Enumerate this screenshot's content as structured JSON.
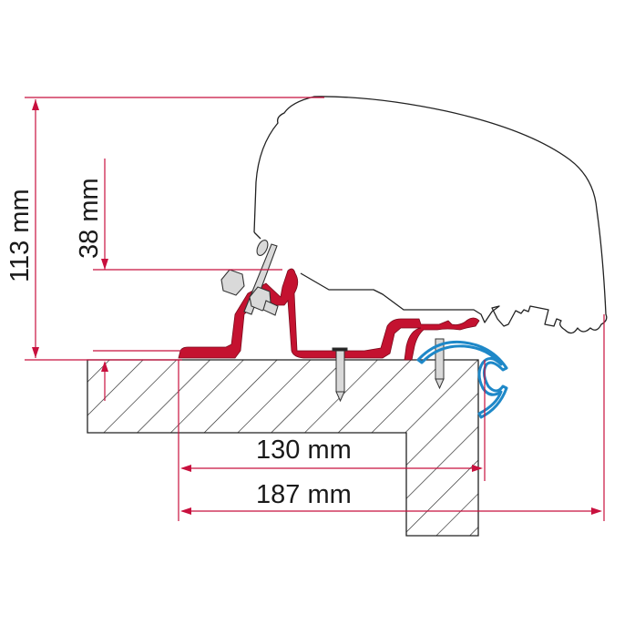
{
  "diagram": {
    "type": "technical-dimension-drawing",
    "subject": "Awning mounting adapter profile on roof edge",
    "dimensions": {
      "total_height": {
        "label": "113 mm",
        "value": 113,
        "unit": "mm"
      },
      "bracket_height": {
        "label": "38 mm",
        "value": 38,
        "unit": "mm"
      },
      "inner_width": {
        "label": "130 mm",
        "value": 130,
        "unit": "mm"
      },
      "total_width": {
        "label": "187 mm",
        "value": 187,
        "unit": "mm"
      }
    },
    "components": [
      {
        "name": "awning-cassette",
        "style": "outline"
      },
      {
        "name": "adapter-bracket",
        "style": "filled"
      },
      {
        "name": "bolt-and-nut",
        "style": "grey"
      },
      {
        "name": "screws",
        "count": 2,
        "style": "grey"
      },
      {
        "name": "rail-profile",
        "style": "blue-outline"
      },
      {
        "name": "roof-section",
        "style": "hatched"
      }
    ],
    "colors": {
      "dimension_line": "#c8103e",
      "bracket_fill": "#c41230",
      "rail_stroke": "#1e88c8",
      "hardware_fill": "#d9d9d9",
      "outline": "#222222",
      "background": "#ffffff"
    }
  }
}
